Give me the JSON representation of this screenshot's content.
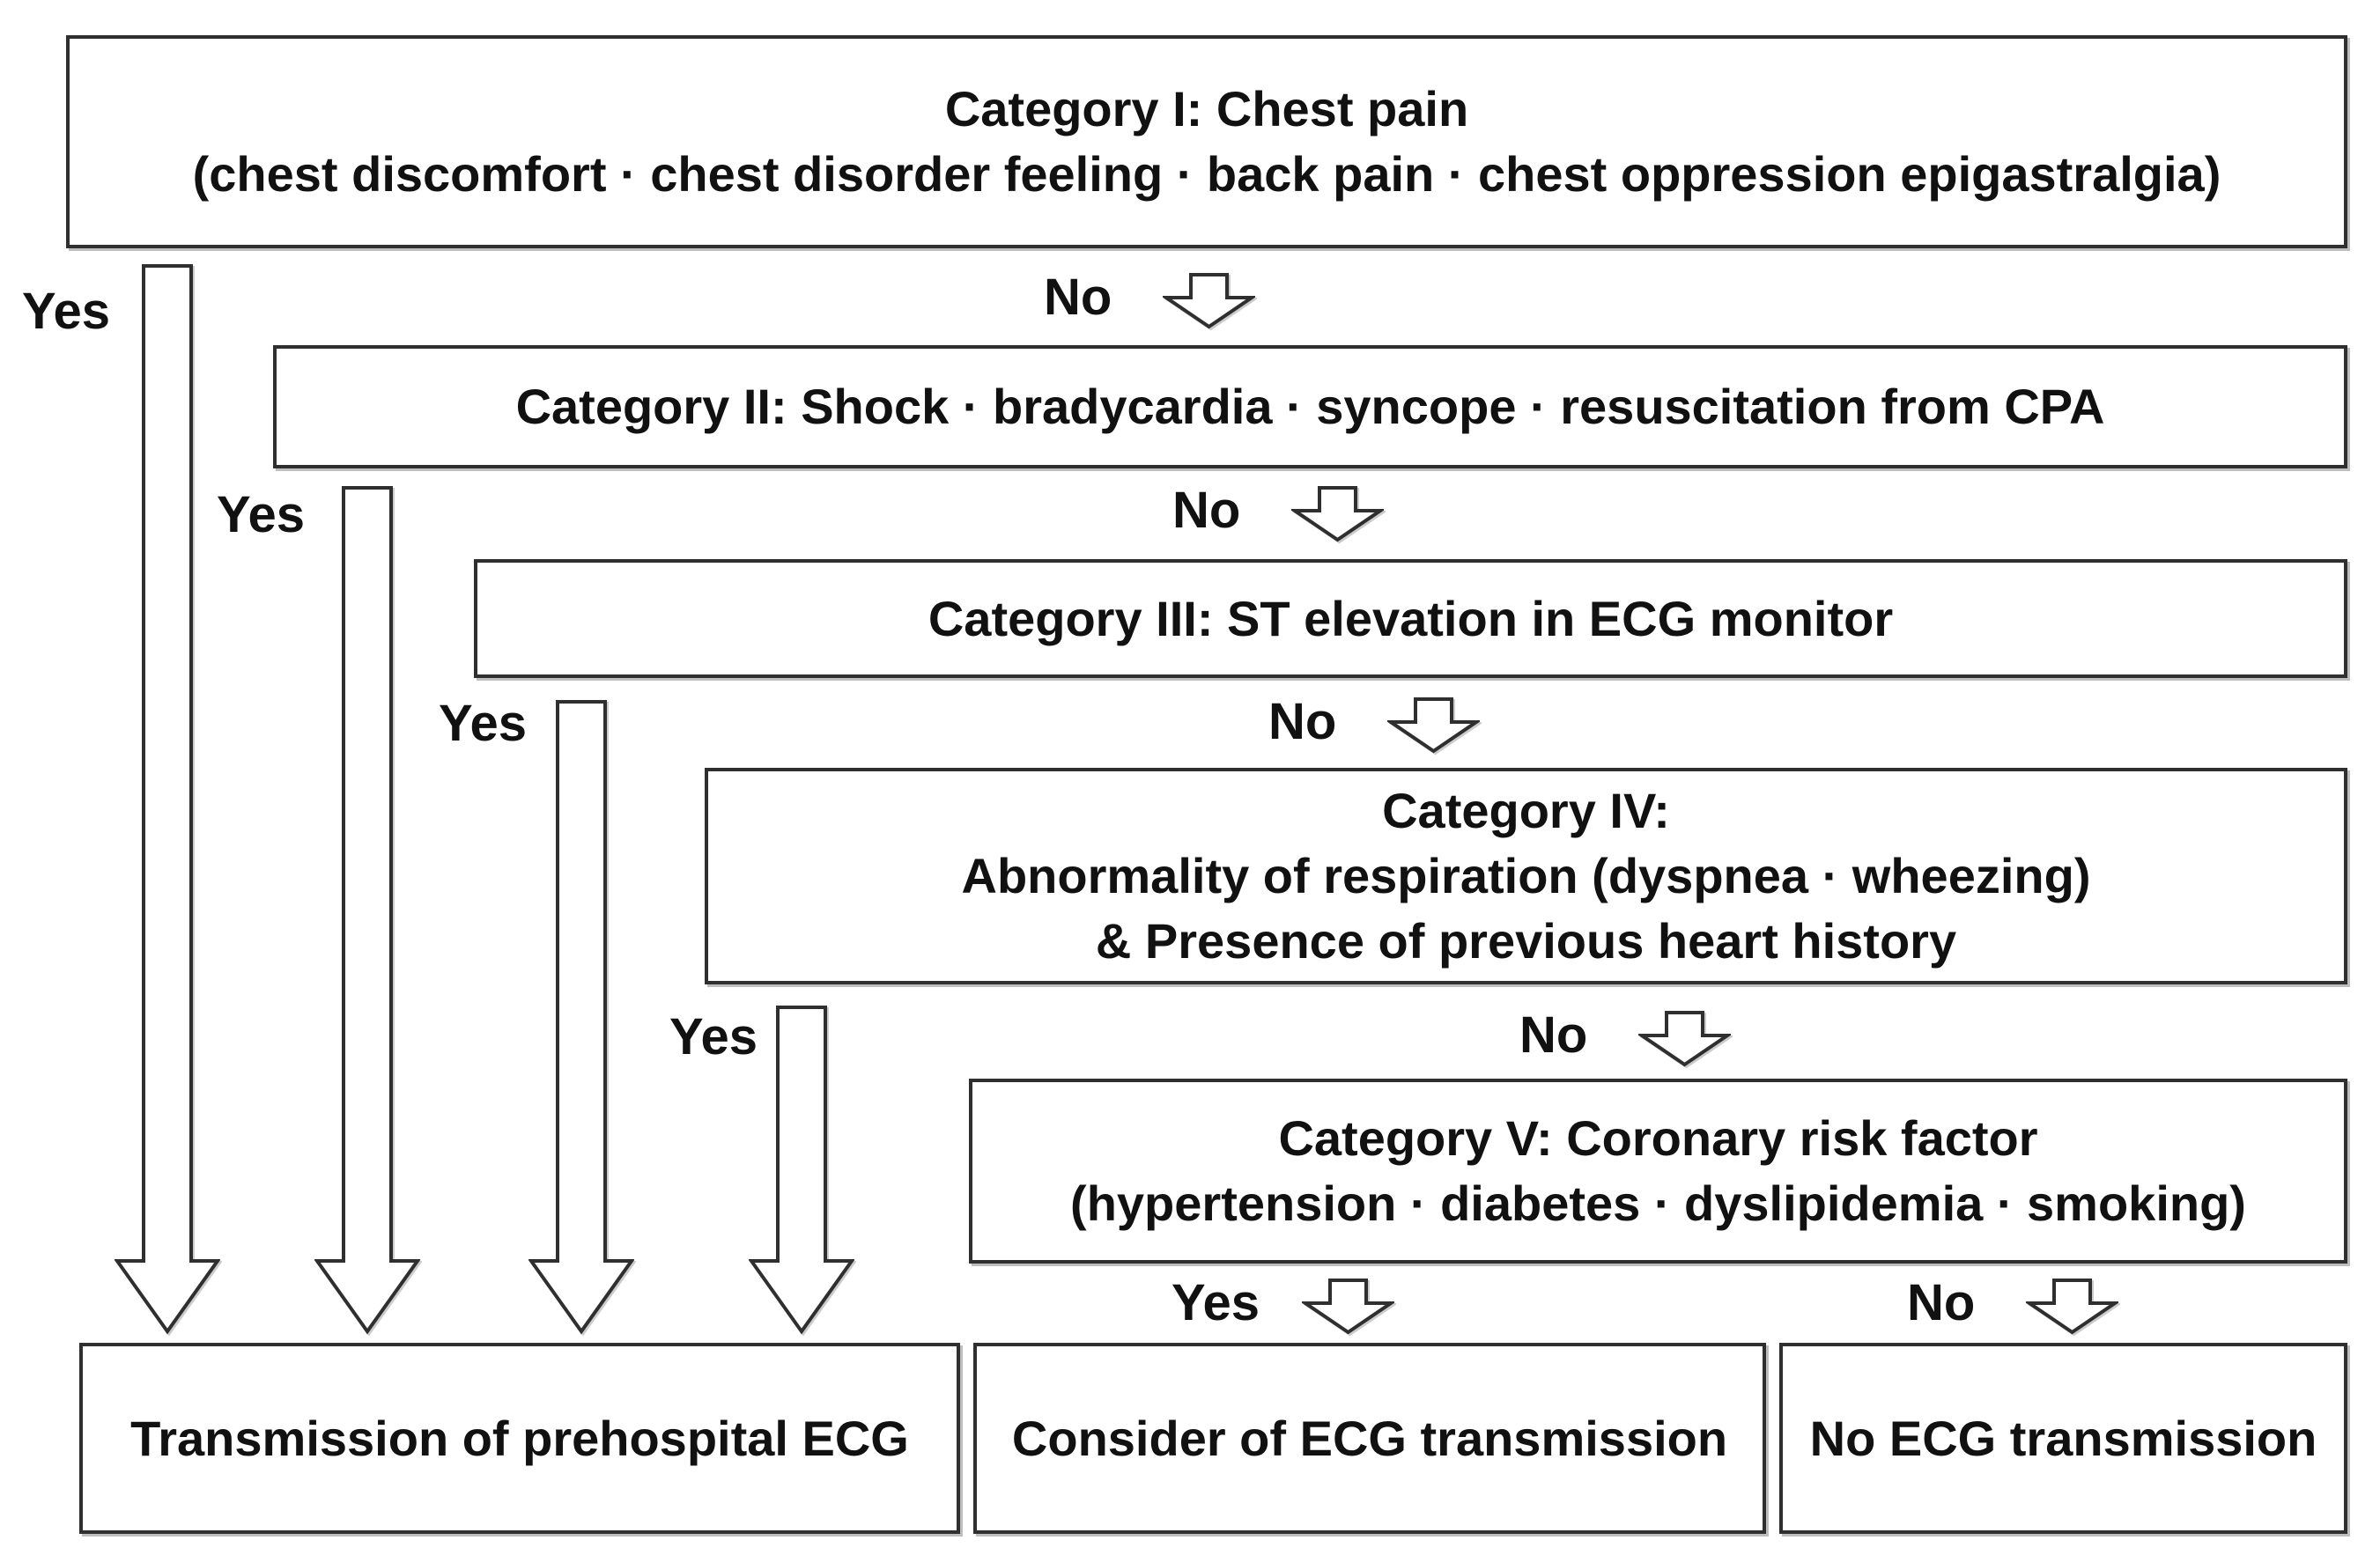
{
  "flowchart": {
    "boxes": {
      "category1": {
        "line1": "Category I: Chest pain",
        "line2": "(chest discomfort · chest disorder feeling · back pain · chest oppression epigastralgia)"
      },
      "category2": {
        "line1": "Category II: Shock · bradycardia · syncope · resuscitation from CPA"
      },
      "category3": {
        "line1": "Category III: ST elevation in ECG monitor"
      },
      "category4": {
        "line1": "Category IV:",
        "line2": "Abnormality of respiration (dyspnea · wheezing)",
        "line3": "& Presence of previous heart history"
      },
      "category5": {
        "line1": "Category V: Coronary risk factor",
        "line2": "(hypertension · diabetes · dyslipidemia · smoking)"
      },
      "outcome_transmission": {
        "line1": "Transmission of prehospital ECG"
      },
      "outcome_consider": {
        "line1": "Consider of ECG transmission"
      },
      "outcome_none": {
        "line1": "No ECG transmission"
      }
    },
    "labels": {
      "yes": "Yes",
      "no": "No"
    },
    "colors": {
      "border": "#2f2f2f",
      "text": "#111111",
      "background": "#ffffff"
    }
  }
}
